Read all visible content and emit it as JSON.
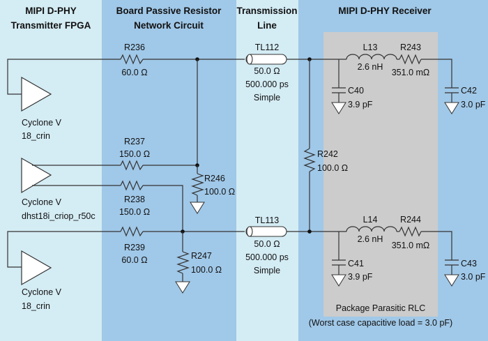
{
  "columns": [
    {
      "title_line1": "MIPI D-PHY",
      "title_line2": "Transmitter FPGA"
    },
    {
      "title_line1": "Board Passive Resistor",
      "title_line2": "Network Circuit"
    },
    {
      "title_line1": "Transmission",
      "title_line2": "Line"
    },
    {
      "title_line1": "MIPI D-PHY Receiver",
      "title_line2": ""
    }
  ],
  "colors": {
    "col_light": "#d4ecf4",
    "col_dark": "#a0c8e8",
    "package_box": "#cccccc",
    "wire": "#333333"
  },
  "transmitters": [
    {
      "name": "Cyclone V",
      "model": "18_crin"
    },
    {
      "name": "Cyclone V",
      "model": "dhst18i_criop_r50c"
    },
    {
      "name": "Cyclone V",
      "model": "18_crin"
    }
  ],
  "resistors": {
    "R236": {
      "ref": "R236",
      "value": "60.0 Ω"
    },
    "R237": {
      "ref": "R237",
      "value": "150.0 Ω"
    },
    "R238": {
      "ref": "R238",
      "value": "150.0 Ω"
    },
    "R239": {
      "ref": "R239",
      "value": "60.0 Ω"
    },
    "R246": {
      "ref": "R246",
      "value": "100.0 Ω"
    },
    "R247": {
      "ref": "R247",
      "value": "100.0 Ω"
    },
    "R242": {
      "ref": "R242",
      "value": "100.0 Ω"
    },
    "R243": {
      "ref": "R243",
      "value": "351.0 mΩ"
    },
    "R244": {
      "ref": "R244",
      "value": "351.0 mΩ"
    }
  },
  "transmission_lines": {
    "TL112": {
      "ref": "TL112",
      "impedance": "50.0 Ω",
      "delay": "500.000 ps",
      "model": "Simple"
    },
    "TL113": {
      "ref": "TL113",
      "impedance": "50.0 Ω",
      "delay": "500.000 ps",
      "model": "Simple"
    }
  },
  "inductors": {
    "L13": {
      "ref": "L13",
      "value": "2.6 nH"
    },
    "L14": {
      "ref": "L14",
      "value": "2.6 nH"
    }
  },
  "capacitors": {
    "C40": {
      "ref": "C40",
      "value": "3.9 pF"
    },
    "C41": {
      "ref": "C41",
      "value": "3.9 pF"
    },
    "C42": {
      "ref": "C42",
      "value": "3.0 pF"
    },
    "C43": {
      "ref": "C43",
      "value": "3.0 pF"
    }
  },
  "package": {
    "label": "Package Parasitic RLC",
    "note": "(Worst case capacitive load = 3.0 pF)"
  }
}
